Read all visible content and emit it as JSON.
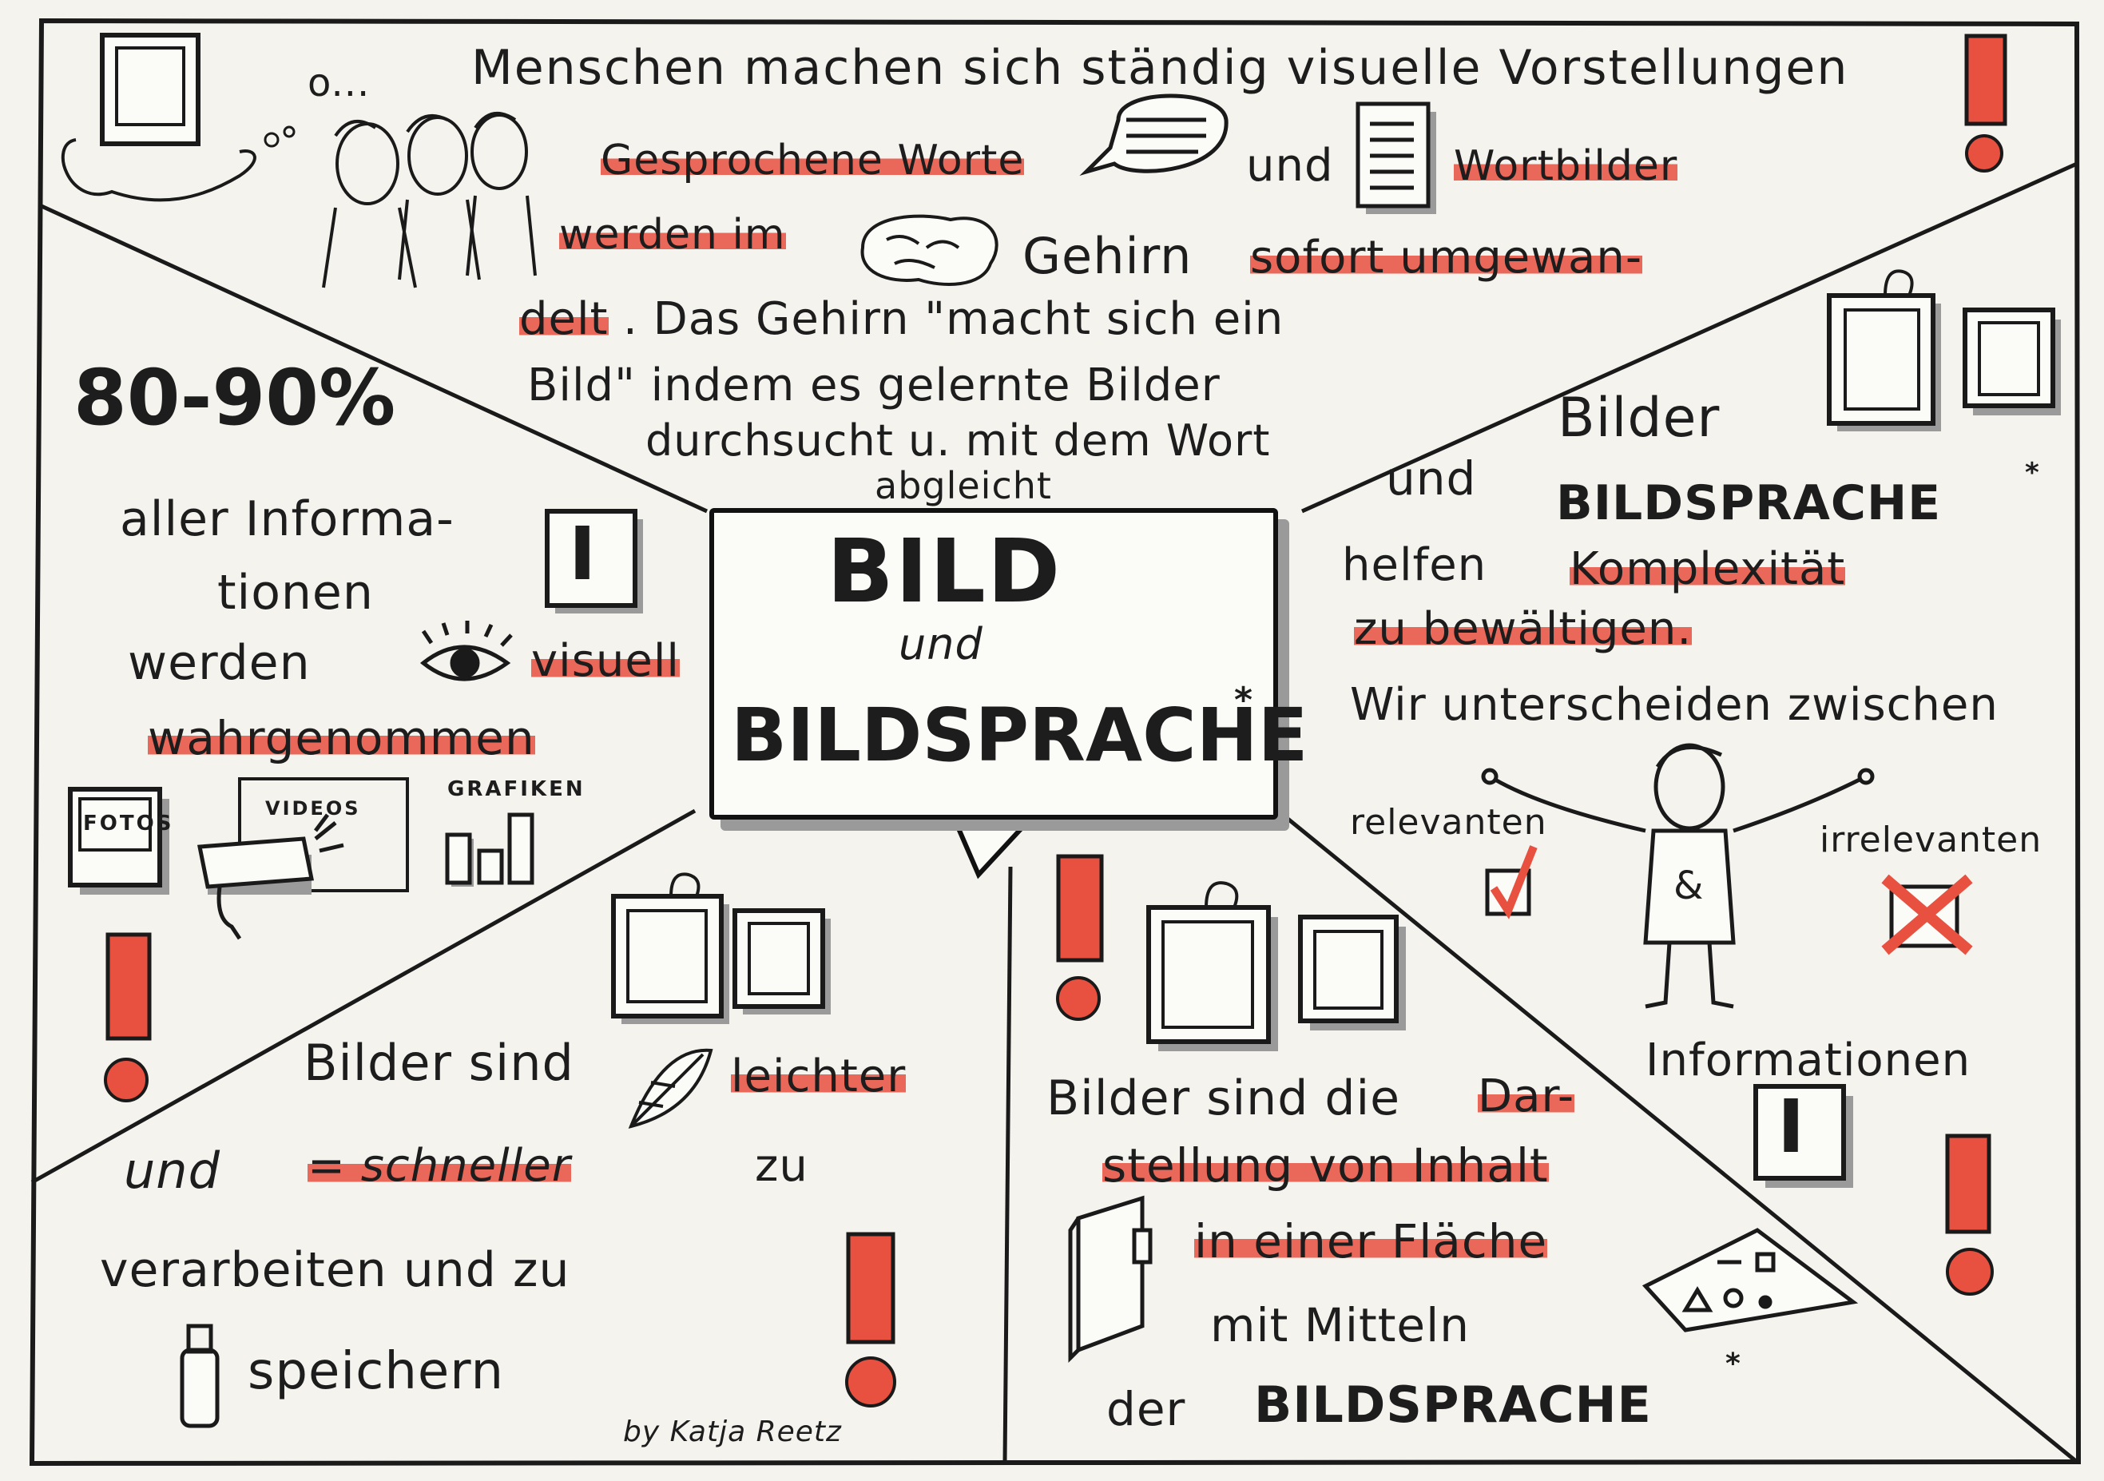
{
  "center": {
    "title": "BILD",
    "connector": "und",
    "subtitle": "BILDSPRACHE",
    "asterisk": "*"
  },
  "top": {
    "line1": "Menschen machen sich ständig visuelle Vorstellungen",
    "hl1": "Gesprochene Worte",
    "und": "und",
    "hl2": "Wortbilder",
    "hl3": "werden im",
    "gehirn": "Gehirn",
    "hl4": "sofort umgewan-",
    "hl5": "delt",
    "rest1": ". Das Gehirn \"macht sich ein",
    "rest2": "Bild\" indem es gelernte Bilder",
    "rest3": "durchsucht u. mit dem Wort",
    "rest4": "abgleicht",
    "thought": "o..."
  },
  "left": {
    "percent": "80-90%",
    "l1": "aller Informa-",
    "l2": "tionen",
    "l3": "werden",
    "hl1": "visuell",
    "hl2": "wahrgenommen",
    "fotos": "FOTOS",
    "videos": "VIDEOS",
    "grafiken": "GRAFIKEN",
    "info_letter": "I"
  },
  "right": {
    "bilder": "Bilder",
    "und": "und",
    "bildsprache": "BILDSPRACHE",
    "asterisk": "*",
    "helfen": "helfen",
    "hl1": "Komplexität",
    "hl2": "zu bewältigen.",
    "unterscheiden": "Wir unterscheiden zwischen",
    "relevanten": "relevanten",
    "irrelevanten": "irrelevanten",
    "amp": "&",
    "informationen": "Informationen",
    "info_letter": "I"
  },
  "bottom_left": {
    "l1": "Bilder sind",
    "hl1": "leichter",
    "und": "und",
    "hl2": "= schneller",
    "zu": "zu",
    "l3": "verarbeiten und zu",
    "l4": "speichern",
    "credit": "by Katja Reetz"
  },
  "bottom_right": {
    "l1": "Bilder sind die",
    "hl1": "Dar-",
    "hl2": "stellung von Inhalt",
    "hl3": "in einer Fläche",
    "l4": "mit Mitteln",
    "der": "der",
    "bildsprache": "BILDSPRACHE",
    "asterisk": "*"
  },
  "colors": {
    "accent": "#e85040",
    "ink": "#1a1a1a",
    "shadow": "#9a9a9a",
    "paper": "#f4f3ee"
  }
}
